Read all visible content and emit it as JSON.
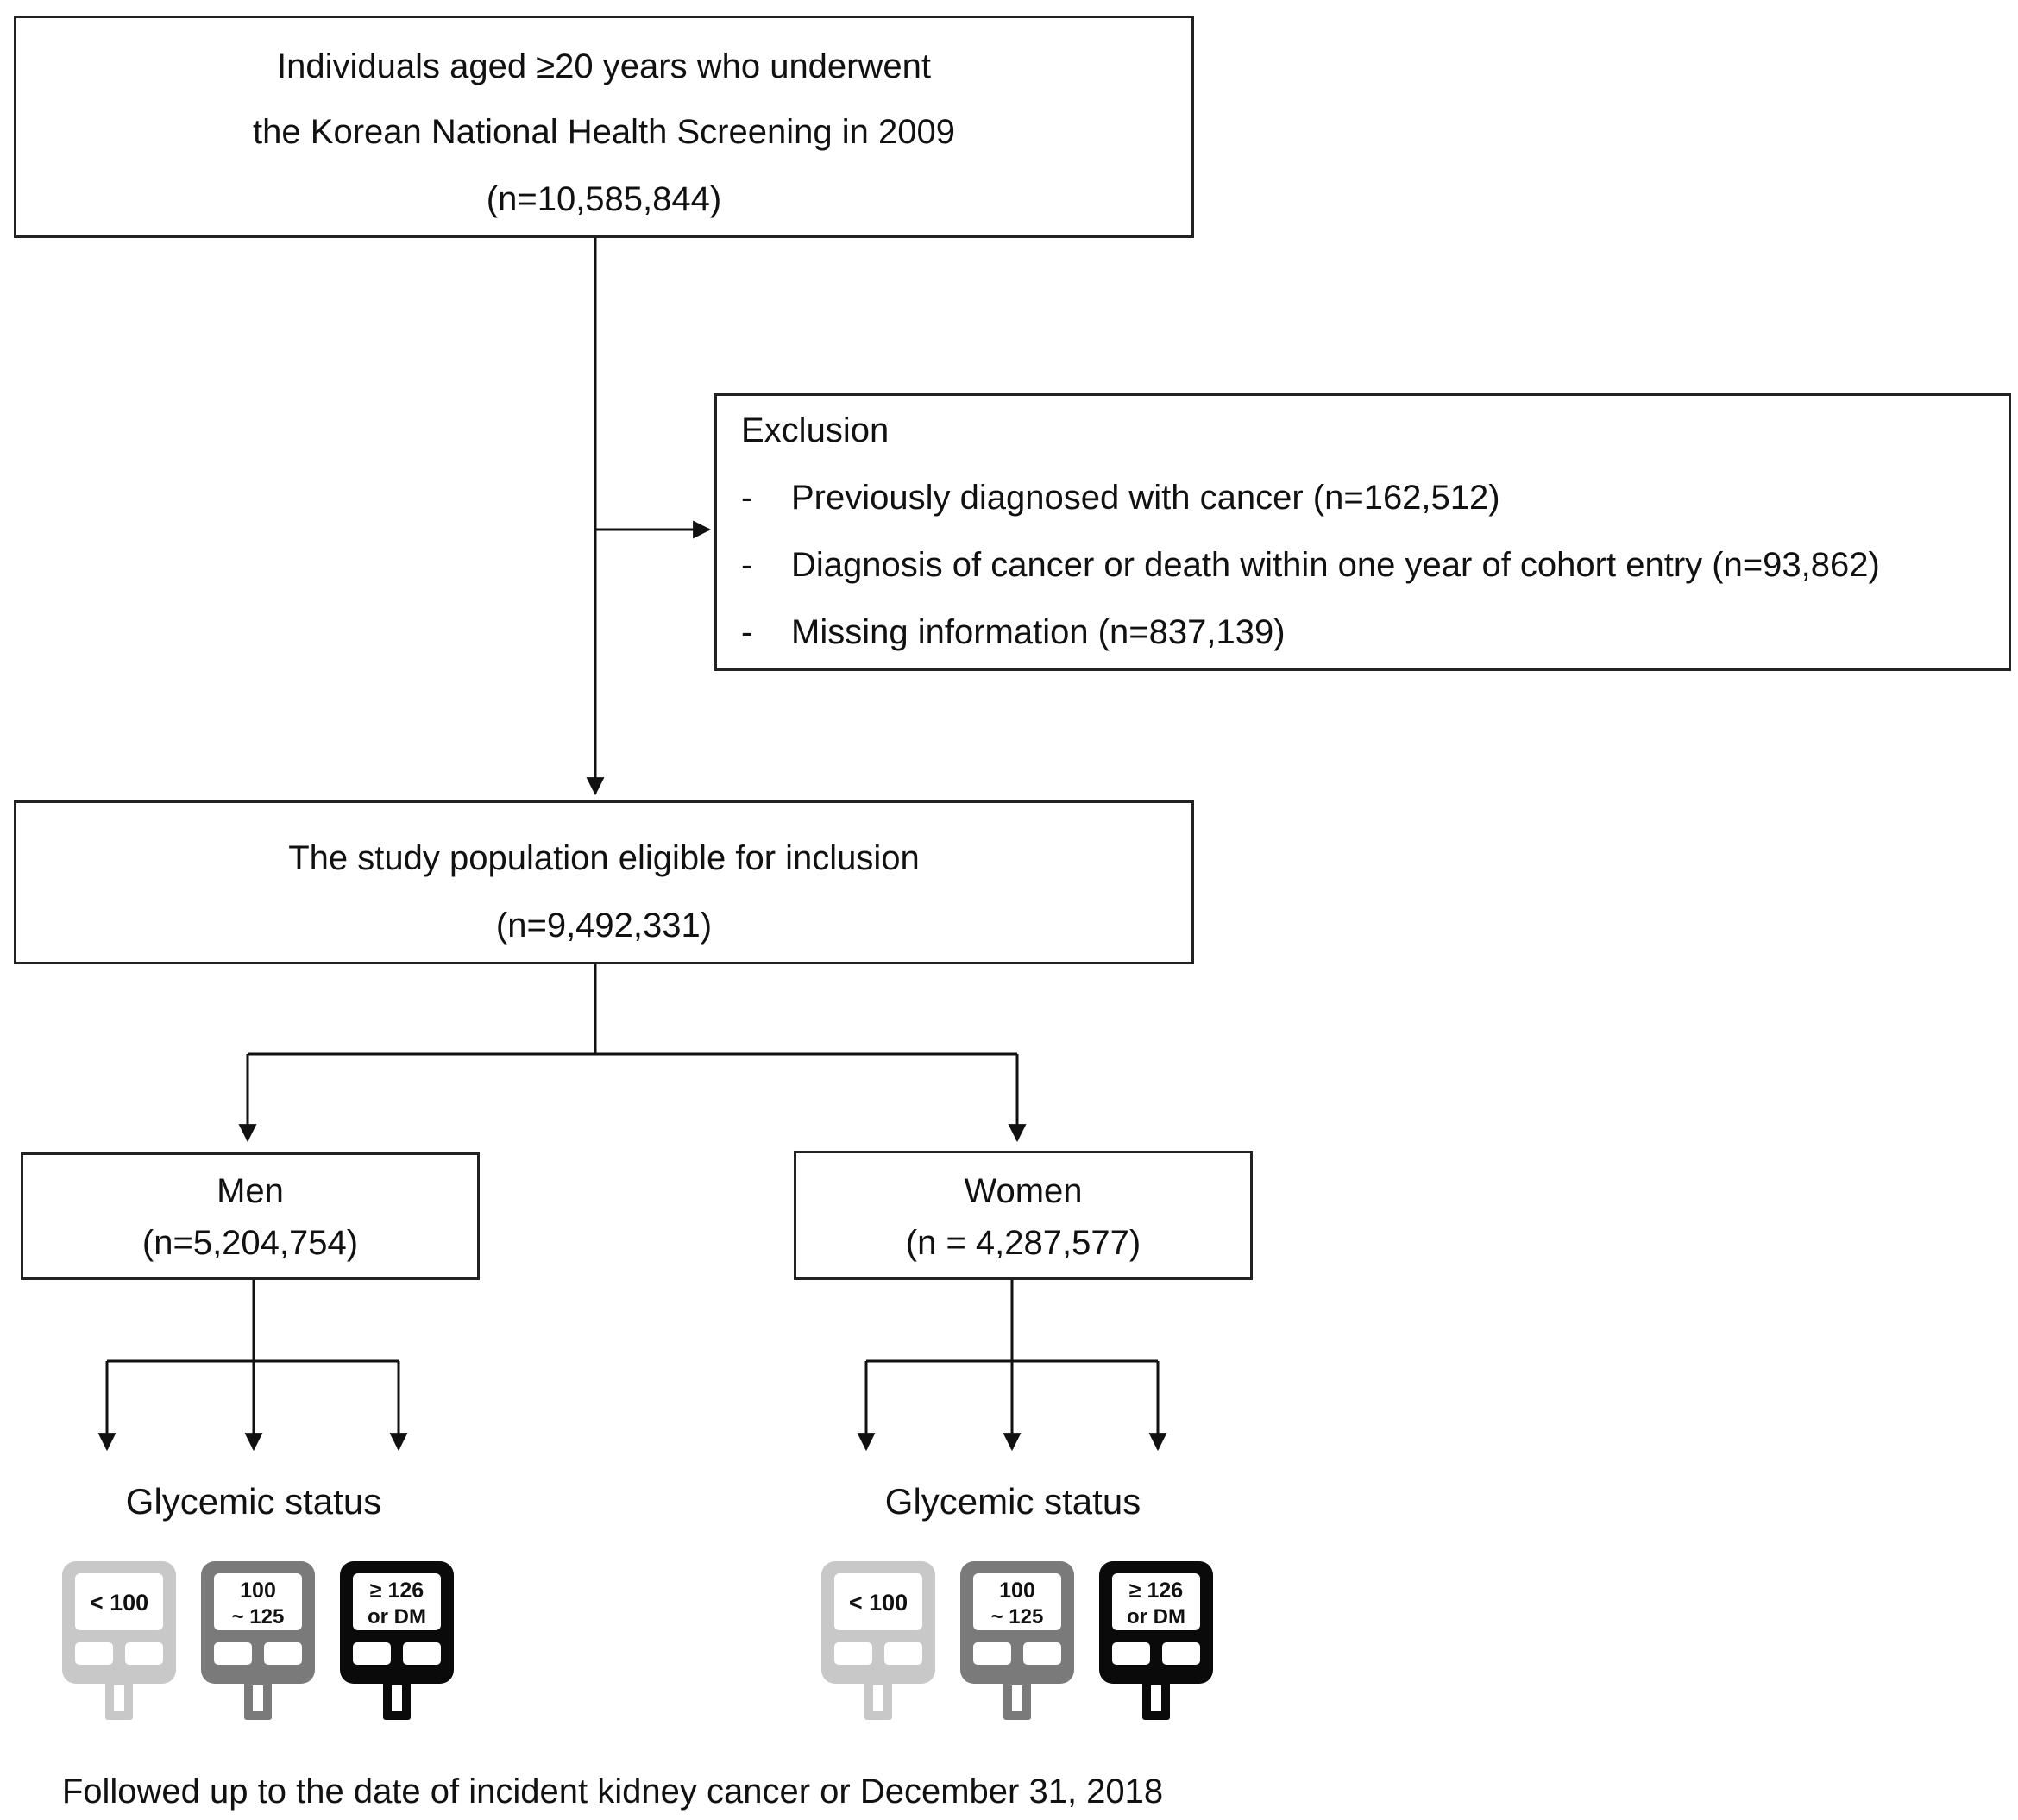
{
  "top_box": {
    "line1": "Individuals aged ≥20 years who underwent",
    "line2": "the Korean National Health Screening in 2009",
    "line3": "(n=10,585,844)"
  },
  "exclusion": {
    "title": "Exclusion",
    "bullet": "-",
    "items": [
      "Previously diagnosed with cancer (n=162,512)",
      "Diagnosis of cancer or death within one year of cohort entry  (n=93,862)",
      "Missing information (n=837,139)"
    ]
  },
  "eligible_box": {
    "line1": "The study population eligible for inclusion",
    "line2": "(n=9,492,331)"
  },
  "men_box": {
    "line1": "Men",
    "line2": "(n=5,204,754)"
  },
  "women_box": {
    "line1": "Women",
    "line2": "(n = 4,287,577)"
  },
  "glycemic": {
    "label": "Glycemic status",
    "meters": [
      {
        "line1": "< 100",
        "line2": "",
        "color": "#c8c8c8"
      },
      {
        "line1": "100",
        "line2": "~ 125",
        "color": "#7a7a7a"
      },
      {
        "line1": "≥ 126",
        "line2": "or DM",
        "color": "#0a0a0a"
      }
    ]
  },
  "footer": "Followed up to the date of incident kidney cancer or December 31, 2018"
}
